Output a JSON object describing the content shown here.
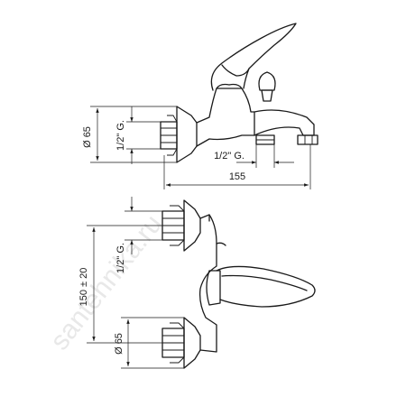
{
  "dimensions": {
    "top_view": {
      "diameter": "Ø 65",
      "thread": "1/2\" G.",
      "outlet_thread": "1/2\" G.",
      "length": "155"
    },
    "front_view": {
      "centers": "150 ± 20",
      "thread": "1/2\" G.",
      "diameter": "Ø 65"
    }
  },
  "watermark": "santehnika.ru",
  "colors": {
    "line": "#1a1a1a",
    "background": "#ffffff",
    "watermark": "#d9d9d9"
  }
}
